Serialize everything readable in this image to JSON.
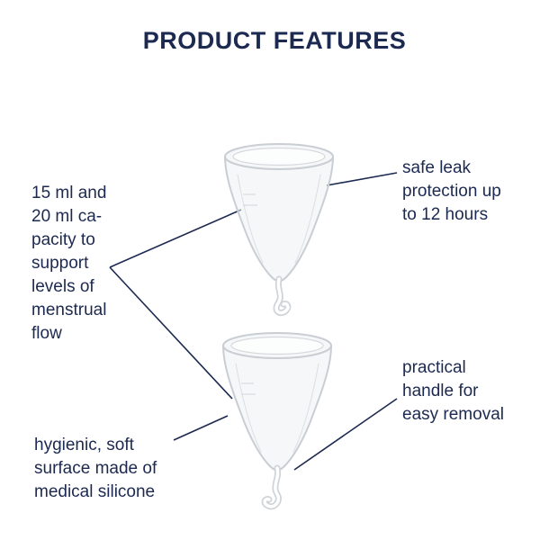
{
  "title": "PRODUCT FEATURES",
  "labels": {
    "capacity": "15 ml and\n20 ml ca-\npacity to\nsupport\nlevels of\nmenstrual\nflow",
    "leak": "safe leak\nprotection up\nto 12 hours",
    "surface": "hygienic, soft\nsurface made of\nmedical silicone",
    "handle": "practical\nhandle for\neasy removal"
  },
  "illustrations": {
    "cup_top": "menstrual-cup",
    "cup_bottom": "menstrual-cup"
  },
  "colors": {
    "text": "#1c2950",
    "line": "#1c2950",
    "cup_outline": "#c9ced4",
    "cup_fill": "#eef1f3"
  }
}
